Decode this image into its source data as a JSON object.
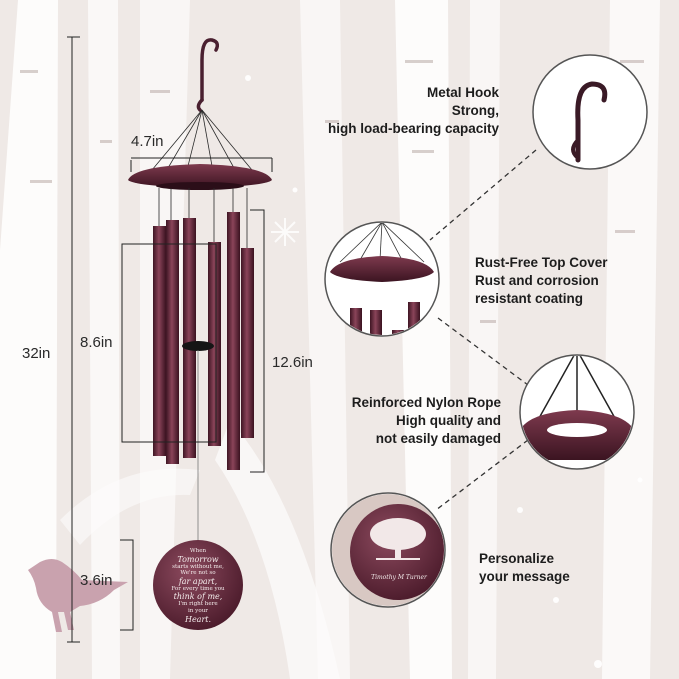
{
  "dimensions": {
    "width_label": "4.7in",
    "total_label": "32in",
    "tube_short_label": "8.6in",
    "tube_long_label": "12.6in",
    "sail_label": "3.6in"
  },
  "callouts": [
    {
      "lines": [
        "Metal Hook",
        "Strong,",
        "high load-bearing capacity"
      ]
    },
    {
      "lines": [
        "Rust-Free Top Cover",
        "Rust and corrosion",
        "resistant coating"
      ]
    },
    {
      "lines": [
        "Reinforced Nylon Rope",
        "High quality and",
        "not easily damaged"
      ]
    },
    {
      "lines": [
        "Personalize",
        "your message"
      ]
    }
  ],
  "sail_text": {
    "l1": "When",
    "l2": "Tomorrow",
    "l3": "starts without me,",
    "l4": "We're not so",
    "l5": "far apart,",
    "l6": "For every time you",
    "l7": "think of me,",
    "l8": "I'm right here",
    "l9": "in your",
    "l10": "Heart.",
    "signature": "Timothy M Turner"
  },
  "colors": {
    "background": "#efe9e6",
    "tube": "#6e2f42",
    "bird": "#c9a2ae",
    "line": "#222222"
  },
  "icons": [
    "bird-icon",
    "hook-icon",
    "tree-icon"
  ]
}
